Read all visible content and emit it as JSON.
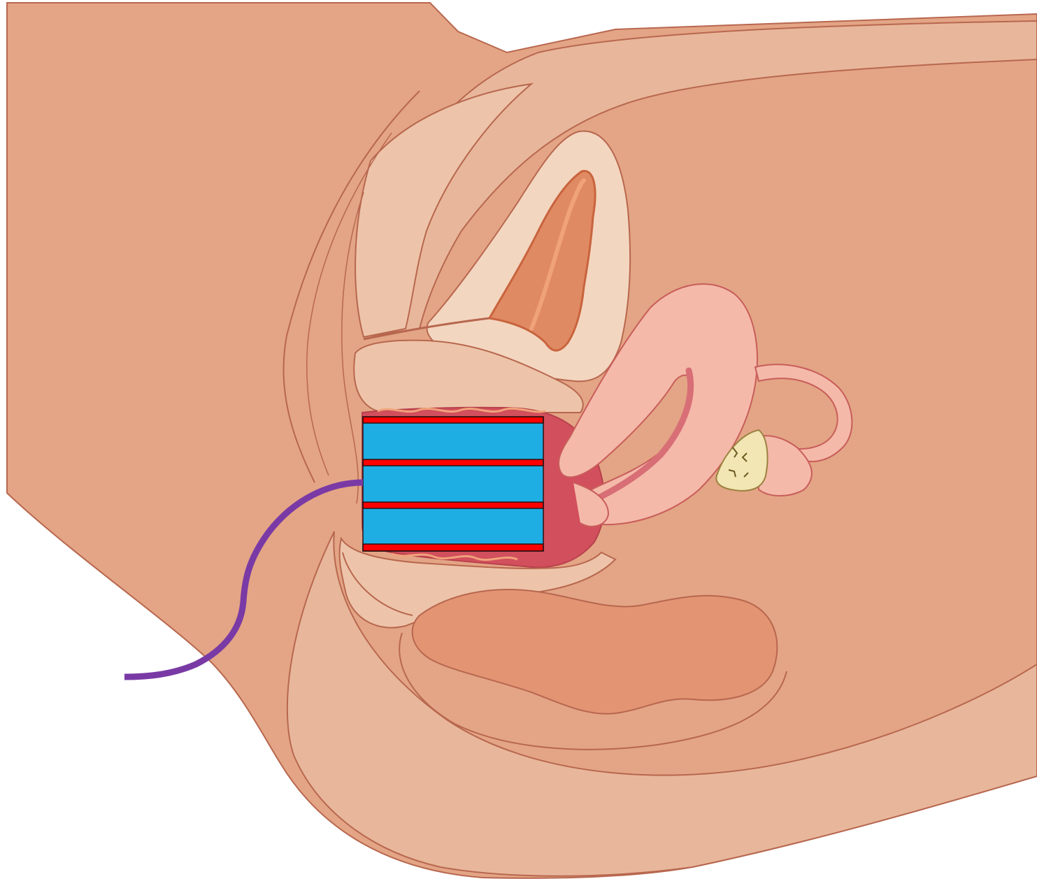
{
  "diagram": {
    "subject": "pelvis-sagittal-section",
    "labels": [],
    "palette": {
      "background": "#ffffff",
      "skin_outer": "#e3a585",
      "skin_inner": "#e8b79b",
      "tissue_light": "#edc4a9",
      "tissue_pale": "#f3d6bf",
      "outline": "#b8674f",
      "bladder_lumen": "#e08a63",
      "bladder_lining": "#c8643e",
      "uterus": "#f4b9a9",
      "uterus_outline": "#c85d5a",
      "cavity": "#d86e76",
      "ovary": "#f3e6b5",
      "rectum": "#e39473",
      "vaginal_wall": "#d24f5d",
      "device_fill": "#1eaee3",
      "device_band": "#ff0000",
      "device_edge": "#2a1010",
      "cord": "#7a3aa5"
    },
    "device": {
      "name": "inserted-device",
      "segments": 3,
      "bands": 4
    }
  }
}
